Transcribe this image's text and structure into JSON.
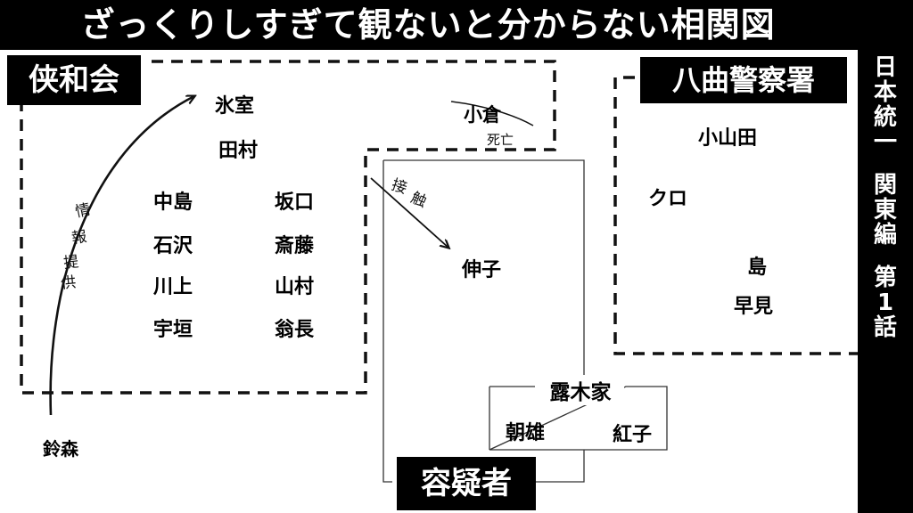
{
  "title": "ざっくりしすぎて観ないと分からない相関図",
  "side_caption": [
    "日",
    "本",
    "統",
    "一",
    "",
    "関",
    "東",
    "編",
    "",
    "第",
    "1",
    "話"
  ],
  "groups": {
    "kyowakai": {
      "label": "侠和会",
      "members": [
        "氷室",
        "田村",
        "中島",
        "坂口",
        "石沢",
        "斎藤",
        "川上",
        "山村",
        "宇垣",
        "翁長"
      ]
    },
    "hachikyoku": {
      "label": "八曲警察署",
      "members": [
        "小山田",
        "クロ",
        "島",
        "早見"
      ]
    },
    "suspects": {
      "label": "容疑者",
      "member": "伸子"
    },
    "tsuyuki": {
      "label": "露木家",
      "members": [
        "朝雄",
        "紅子"
      ]
    }
  },
  "deceased": {
    "name": "小倉",
    "note": "死亡"
  },
  "outsider": "鈴森",
  "relations": [
    {
      "from": "鈴森",
      "to": "氷室",
      "label": [
        "情",
        "報",
        "提",
        "供"
      ]
    },
    {
      "from": "侠和会",
      "to": "伸子",
      "label": [
        "接",
        "触"
      ]
    }
  ]
}
